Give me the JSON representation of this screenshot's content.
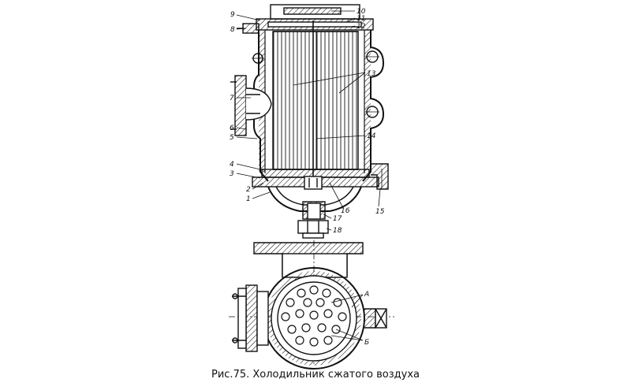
{
  "caption": "Рис.75. Холодильник сжатого воздуха",
  "callouts": [
    "1",
    "2",
    "3",
    "4",
    "5",
    "6",
    "7",
    "8",
    "9",
    "10",
    "11",
    "12",
    "13",
    "14",
    "15",
    "16",
    "17",
    "18",
    "А",
    "Б"
  ],
  "colors": {
    "ink": "#111111",
    "background": "#ffffff"
  }
}
